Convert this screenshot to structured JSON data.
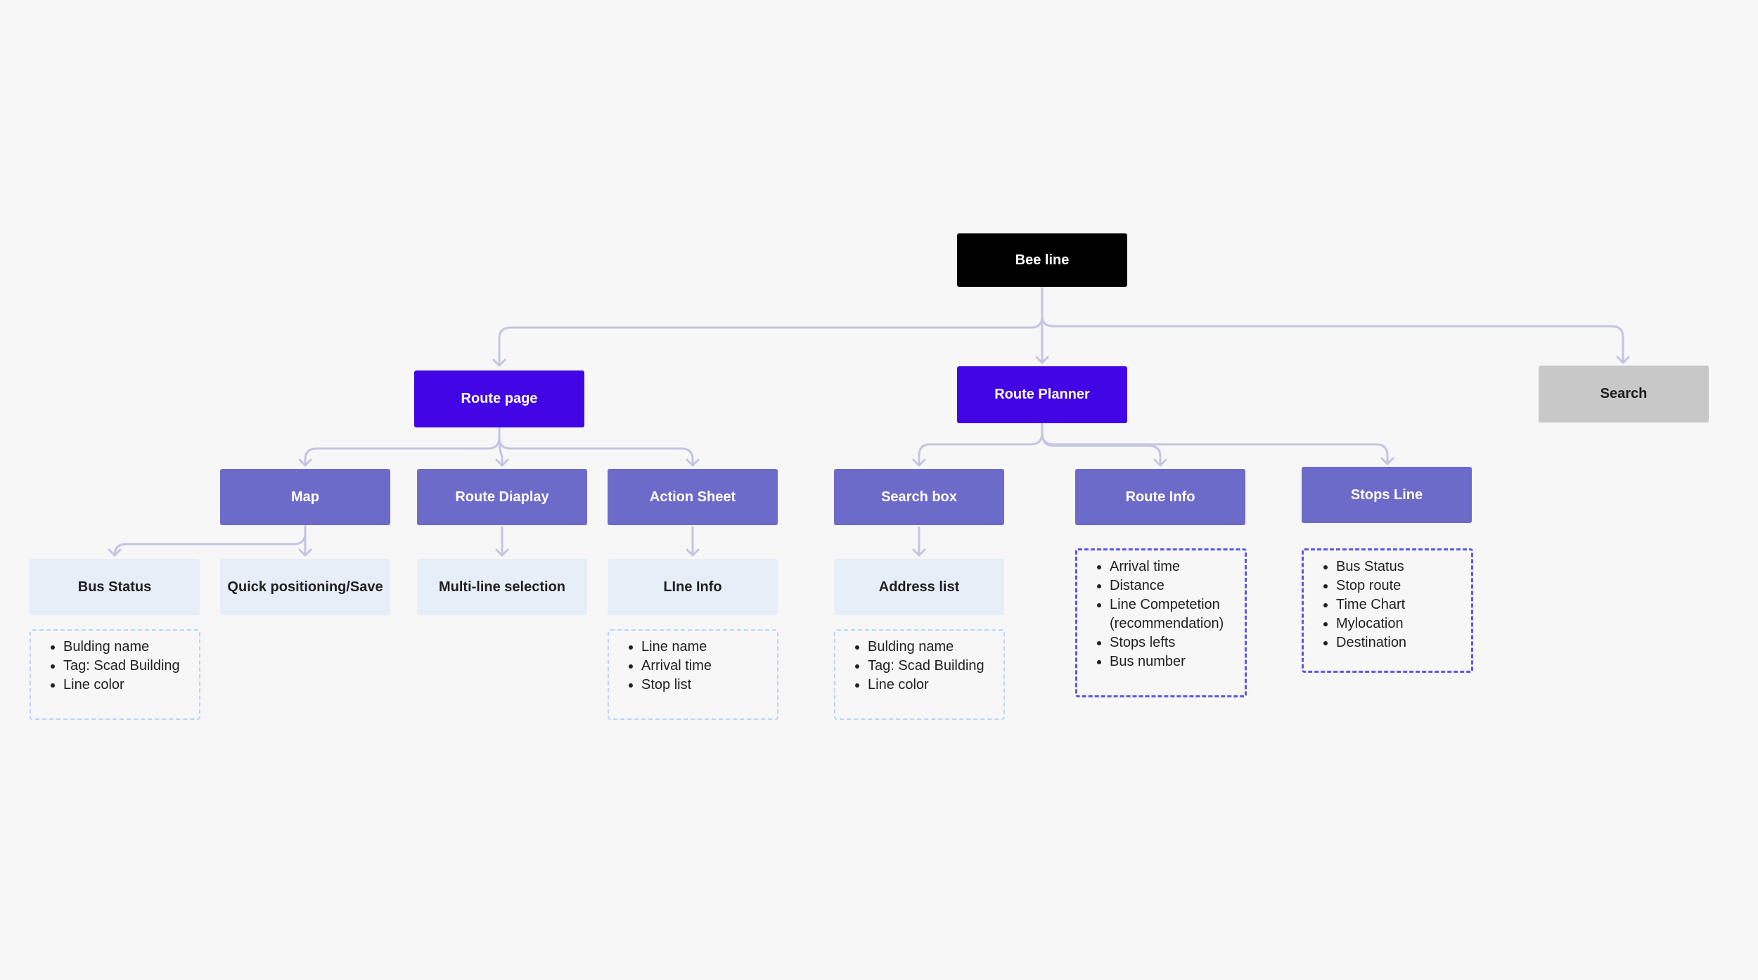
{
  "diagram": {
    "colors": {
      "background": "#f7f7f7",
      "root": "#000000",
      "primary": "#4105e6",
      "secondary": "#6d6bc9",
      "leaf": "#e6eef8",
      "inactive": "#c8c8c8",
      "connector": "#c3c5e2",
      "notes_light_border": "#b8d4ff",
      "notes_dark_border": "#5b57e8"
    },
    "root": {
      "label": "Bee line"
    },
    "level1": {
      "route_page": "Route page",
      "route_planner": "Route Planner",
      "search": "Search"
    },
    "level2": {
      "map": "Map",
      "route_display": "Route Diaplay",
      "action_sheet": "Action Sheet",
      "search_box": "Search box",
      "route_info": "Route Info",
      "stops_line": "Stops Line"
    },
    "level3": {
      "bus_status": "Bus Status",
      "quick_positioning": "Quick positioning/Save",
      "multi_line": "Multi-line selection",
      "line_info": "LIne Info",
      "address_list": "Address list"
    },
    "notes": {
      "bus_status": [
        "Bulding name",
        "Tag: Scad Building",
        "Line color"
      ],
      "line_info": [
        "Line name",
        "Arrival time",
        "Stop list"
      ],
      "address_list": [
        "Bulding name",
        "Tag: Scad Building",
        "Line color"
      ],
      "route_info": [
        "Arrival time",
        "Distance",
        "Line Competetion (recommendation)",
        "Stops lefts",
        "Bus number"
      ],
      "stops_line": [
        "Bus Status",
        "Stop route",
        "Time Chart",
        "Mylocation",
        "Destination"
      ]
    }
  }
}
